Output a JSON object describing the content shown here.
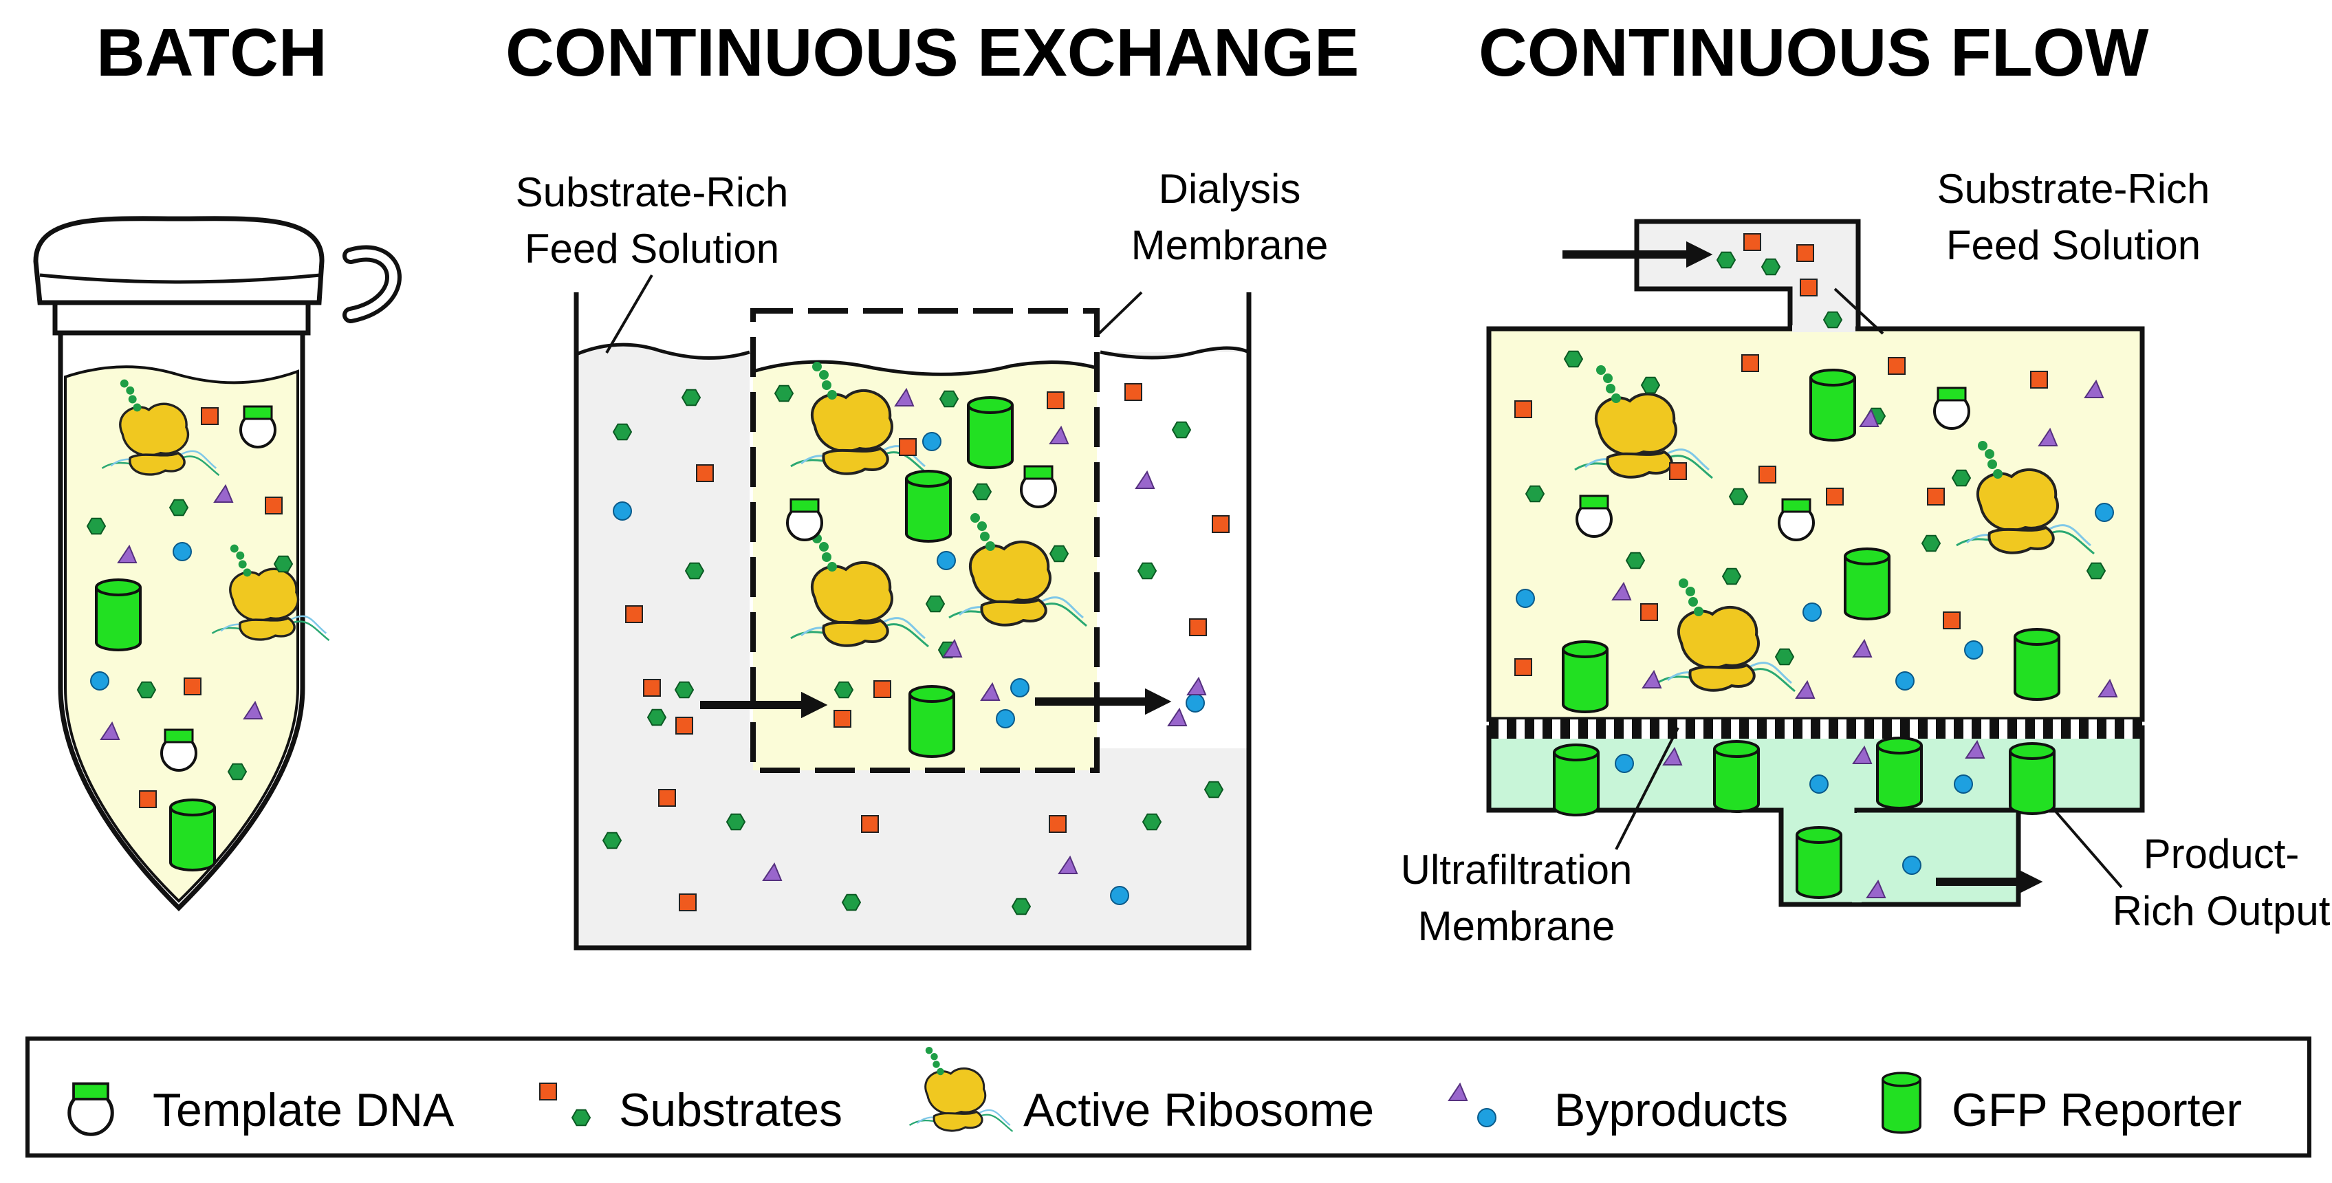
{
  "panels": {
    "batch": {
      "title": "BATCH"
    },
    "exchange": {
      "title": "CONTINUOUS EXCHANGE",
      "feed_label": [
        "Substrate-Rich",
        "Feed Solution"
      ],
      "membrane_label": [
        "Dialysis",
        "Membrane"
      ]
    },
    "flow": {
      "title": "CONTINUOUS FLOW",
      "feed_label": [
        "Substrate-Rich",
        "Feed Solution"
      ],
      "membrane_label": [
        "Ultrafiltration",
        "Membrane"
      ],
      "output_label": [
        "Product-",
        "Rich Output"
      ]
    }
  },
  "legend": {
    "template_dna": "Template DNA",
    "substrates": "Substrates",
    "ribosome": "Active Ribosome",
    "byproducts": "Byproducts",
    "gfp": "GFP Reporter"
  },
  "colors": {
    "reaction_fill": "#fbfcd8",
    "feed_fill": "#f0f0f0",
    "output_fill": "#c8f5d8",
    "substrate_square": "#f05a1e",
    "substrate_hexagon": "#1e9e46",
    "byproduct_triangle": "#9966cc",
    "byproduct_circle": "#1ea0e0",
    "gfp": "#22e022",
    "ribosome": "#f0c820"
  }
}
